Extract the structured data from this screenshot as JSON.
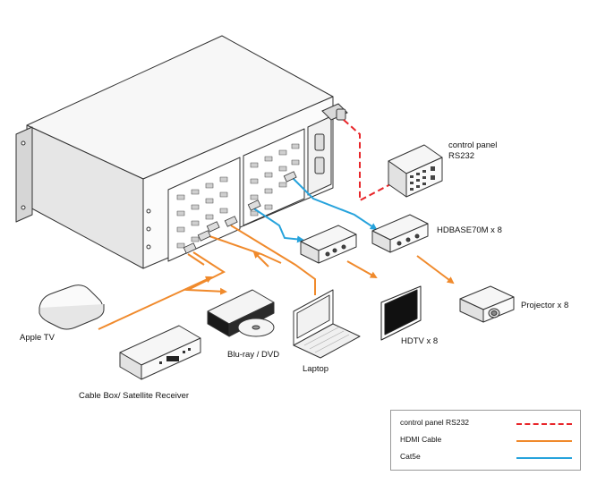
{
  "labels": {
    "control_panel_line1": "control panel",
    "control_panel_line2": "RS232",
    "hdbase": "HDBASE70M x 8",
    "projector": "Projector x 8",
    "hdtv": "HDTV x 8",
    "apple_tv": "Apple TV",
    "bluray": "Blu-ray / DVD",
    "laptop": "Laptop",
    "cable_box": "Cable Box/ Satellite Receiver"
  },
  "legend": {
    "items": [
      {
        "label": "control panel RS232",
        "style": "dashed",
        "color": "#e8262a"
      },
      {
        "label": "HDMI Cable",
        "style": "solid",
        "color": "#f08a2c"
      },
      {
        "label": "Cat5e",
        "style": "solid",
        "color": "#27a3dc"
      }
    ]
  },
  "colors": {
    "rs232": "#e8262a",
    "hdmi": "#f08a2c",
    "cat5e": "#27a3dc",
    "outline": "#333333",
    "device_fill": "#f4f4f4",
    "device_side": "#e2e2e2"
  }
}
